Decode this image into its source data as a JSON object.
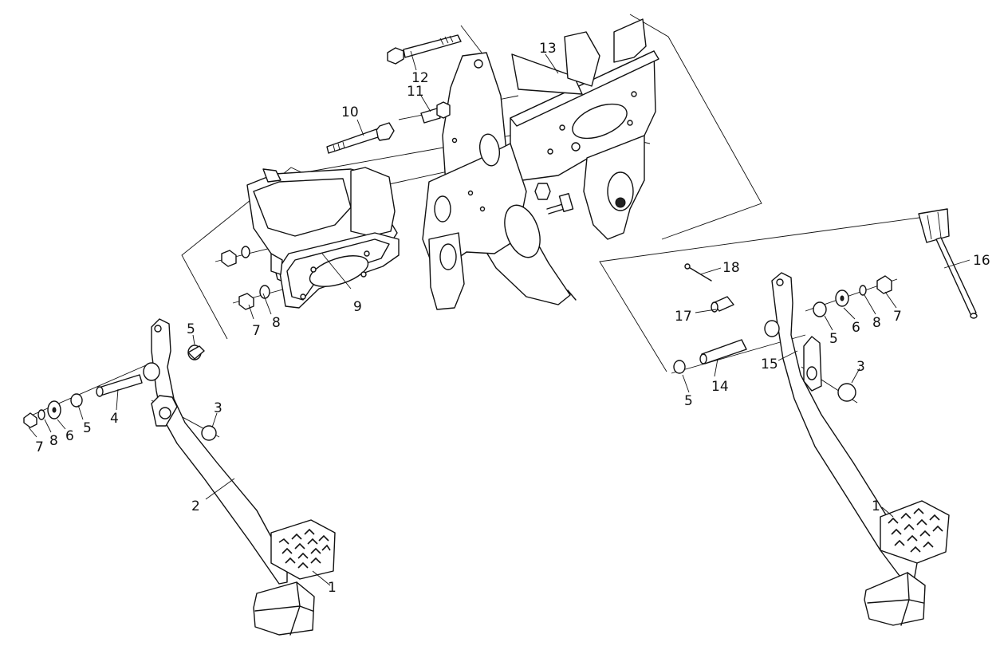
{
  "diagram": {
    "style": "monochrome exploded-view line drawing",
    "colors": {
      "line": "#111111",
      "background": "#ffffff"
    },
    "callouts": [
      "1",
      "2",
      "3",
      "4",
      "5",
      "6",
      "7",
      "8",
      "9",
      "10",
      "11",
      "12",
      "13",
      "14",
      "15",
      "16",
      "17",
      "18"
    ]
  }
}
